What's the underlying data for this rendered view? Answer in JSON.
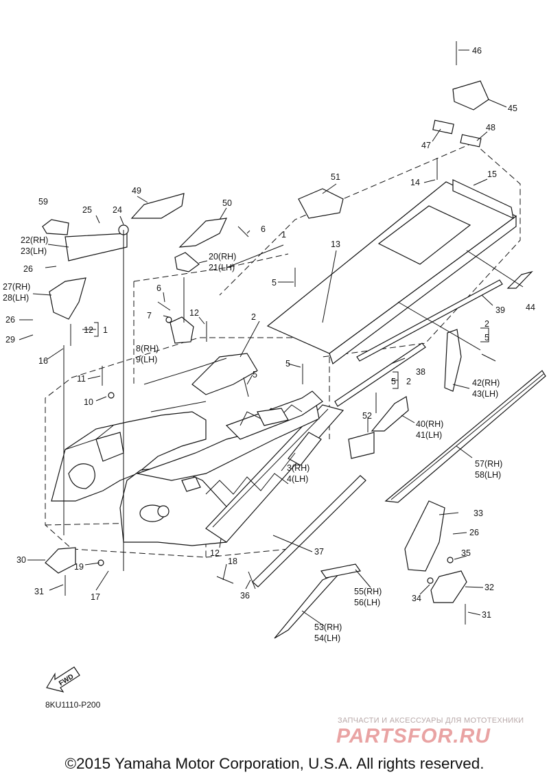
{
  "diagram_code": "8KU1110-P200",
  "direction_label": "FWD",
  "copyright": "©2015 Yamaha Motor Corporation, U.S.A. All rights reserved.",
  "watermark": {
    "caption": "ЗАПЧАСТИ И АКСЕССУАРЫ ДЛЯ МОТОТЕХНИКИ",
    "logo": "PARTSFOR.RU"
  },
  "callouts": {
    "c1a": "1",
    "c1b": "1",
    "c2a": "2",
    "c2b": "2",
    "c2c": "2",
    "c3": "3(RH)",
    "c4": "4(LH)",
    "c5a": "5",
    "c5b": "5",
    "c5c": "5",
    "c5d": "5",
    "c5e": "5",
    "c6a": "6",
    "c6b": "6",
    "c7": "7",
    "c8": "8(RH)",
    "c9": "9(LH)",
    "c10": "10",
    "c11": "11",
    "c12a": "12",
    "c12b": "12",
    "c12c": "12",
    "c13": "13",
    "c14": "14",
    "c15": "15",
    "c16": "16",
    "c17": "17",
    "c18": "18",
    "c19": "19",
    "c20": "20(RH)",
    "c21": "21(LH)",
    "c22": "22(RH)",
    "c23": "23(LH)",
    "c24": "24",
    "c25": "25",
    "c26a": "26",
    "c26b": "26",
    "c26c": "26",
    "c27": "27(RH)",
    "c28": "28(LH)",
    "c29": "29",
    "c30": "30",
    "c31a": "31",
    "c31b": "31",
    "c32": "32",
    "c33": "33",
    "c34": "34",
    "c35": "35",
    "c36": "36",
    "c37": "37",
    "c38": "38",
    "c39": "39",
    "c40": "40(RH)",
    "c41": "41(LH)",
    "c42": "42(RH)",
    "c43": "43(LH)",
    "c44": "44",
    "c45": "45",
    "c46": "46",
    "c47": "47",
    "c48": "48",
    "c49": "49",
    "c50": "50",
    "c51": "51",
    "c52": "52",
    "c53": "53(RH)",
    "c54": "54(LH)",
    "c55": "55(RH)",
    "c56": "56(LH)",
    "c57": "57(RH)",
    "c58": "58(LH)",
    "c59": "59"
  }
}
